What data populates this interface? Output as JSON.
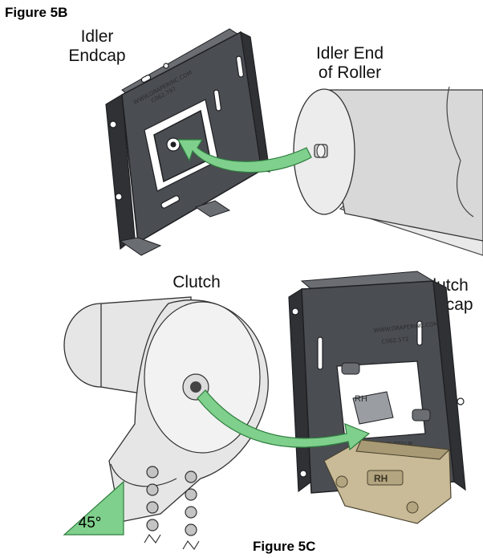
{
  "figure_5b": {
    "title": "Figure 5B",
    "idler_endcap_label_line1": "Idler",
    "idler_endcap_label_line2": "Endcap",
    "roller_label_line1": "Idler End",
    "roller_label_line2": "of Roller",
    "plate_imprint_line1": "WWW.DRAPERINC.COM",
    "plate_imprint_line2": "C062.797"
  },
  "figure_5c": {
    "title": "Figure 5C",
    "clutch_label": "Clutch",
    "clutch_endcap_label_line1": "Clutch",
    "clutch_endcap_label_line2": "Endcap",
    "angle_label": "45°",
    "plate_imprint_line1": "WWW.DRAPERINC.COM",
    "plate_imprint_line2": "C062.572",
    "rh_mark": "RH",
    "rev_mark": "RH8  REV-B",
    "insert_mark": "RH"
  },
  "colors": {
    "arrow": "#7fd08c",
    "angle_wedge": "#7fd08c",
    "plate": "#4a4d52",
    "insert": "#c9bb97"
  }
}
